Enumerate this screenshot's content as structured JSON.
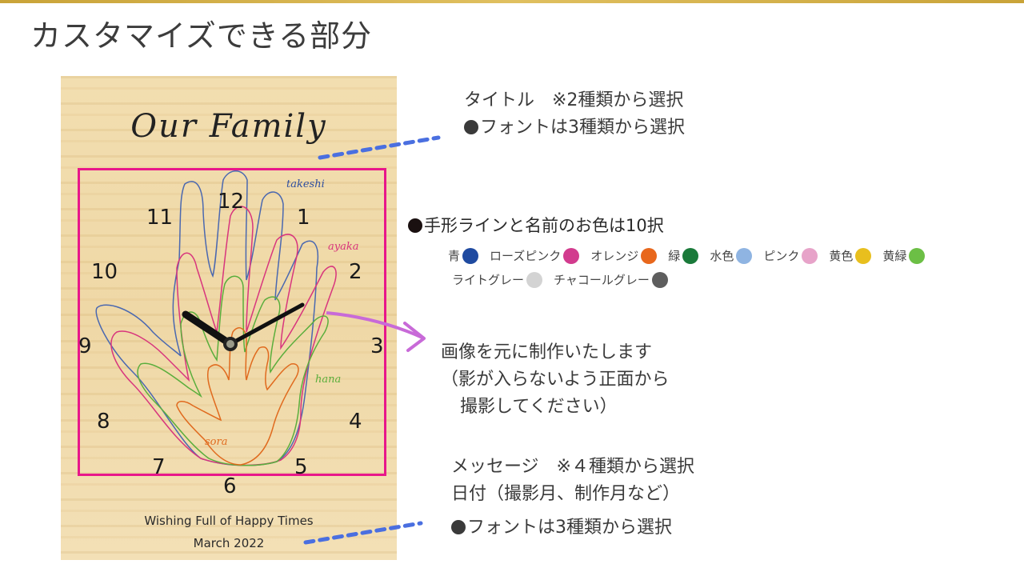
{
  "page": {
    "title": "カスタマイズできる部分",
    "accent_bar_color": "#c9a338"
  },
  "product": {
    "title": "Our Family",
    "clock_numbers": [
      "12",
      "1",
      "2",
      "3",
      "4",
      "5",
      "6",
      "7",
      "8",
      "9",
      "10",
      "11"
    ],
    "names": [
      {
        "name": "takeshi",
        "color": "#2f4fa0"
      },
      {
        "name": "ayaka",
        "color": "#d8357d"
      },
      {
        "name": "hana",
        "color": "#5aae3c"
      },
      {
        "name": "sora",
        "color": "#e06a1e"
      }
    ],
    "message": "Wishing Full of Happy Times",
    "date": "March  2022",
    "frame_color": "#e8178a"
  },
  "callouts": {
    "title": {
      "line1": "タイトル　※2種類から選択",
      "line2": "フォントは3種類から選択"
    },
    "colors": {
      "heading": "手形ラインと名前のお色は10択",
      "options": [
        {
          "label": "青",
          "color": "#1f4aa0"
        },
        {
          "label": "ローズピンク",
          "color": "#d23b8e"
        },
        {
          "label": "オレンジ",
          "color": "#e8671c"
        },
        {
          "label": "緑",
          "color": "#1a7a3a"
        },
        {
          "label": "水色",
          "color": "#8fb4e2"
        },
        {
          "label": "ピンク",
          "color": "#e7a3c9"
        },
        {
          "label": "黄色",
          "color": "#e8bf1e"
        },
        {
          "label": "黄緑",
          "color": "#6cbf45"
        },
        {
          "label": "ライトグレー",
          "color": "#d3d3d3"
        },
        {
          "label": "チャコールグレー",
          "color": "#5e5e5e"
        }
      ]
    },
    "image": {
      "line1": "画像を元に制作いたします",
      "line2": "（影が入らないよう正面から",
      "line3": "撮影してください）"
    },
    "message": {
      "line1": "メッセージ　※４種類から選択",
      "line2": "日付（撮影月、制作月など）",
      "line3": "フォントは3種類から選択"
    }
  }
}
